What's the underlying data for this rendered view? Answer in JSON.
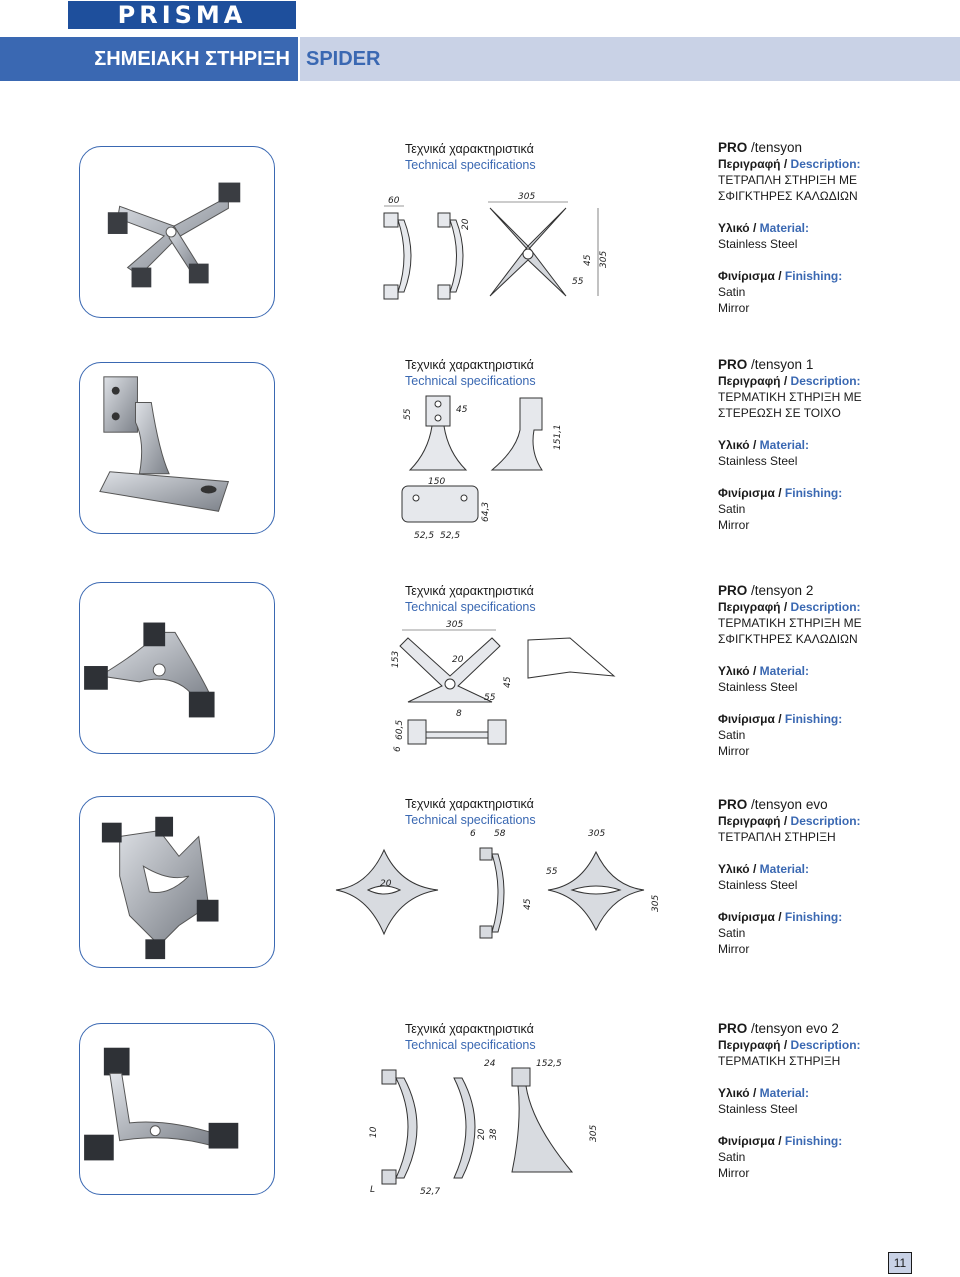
{
  "brand": "PRISMA",
  "header": {
    "title_gr": "ΣΗΜΕΙΑΚΗ ΣΤΗΡΙΞΗ",
    "title_en": "SPIDER"
  },
  "labels": {
    "specs_gr": "Τεχνικά χαρακτηριστικά",
    "specs_en": "Technical specifications",
    "desc_gr": "Περιγραφή",
    "desc_en": "Description:",
    "mat_gr": "Υλικό",
    "mat_en": "Material:",
    "fin_gr": "Φινίρισμα",
    "fin_en": "Finishing:",
    "sep": " / ",
    "pro": "PRO"
  },
  "products": [
    {
      "name": "/tensyon",
      "desc": [
        "ΤΕΤΡΑΠΛΗ ΣΤΗΡΙΞΗ ΜΕ",
        "ΣΦΙΓΚΤΗΡΕΣ ΚΑΛΩΔΙΩΝ"
      ],
      "material": "Stainless Steel",
      "finishing": [
        "Satin",
        "Mirror"
      ],
      "dims": [
        "60",
        "20",
        "305",
        "45",
        "305",
        "55"
      ]
    },
    {
      "name": "/tensyon 1",
      "desc": [
        "ΤΕΡΜΑΤΙΚΗ ΣΤΗΡΙΞΗ ΜΕ",
        "ΣΤΕΡΕΩΣΗ ΣΕ ΤΟΙΧΟ"
      ],
      "material": "Stainless Steel",
      "finishing": [
        "Satin",
        "Mirror"
      ],
      "dims": [
        "55",
        "45",
        "151,1",
        "150",
        "64,3",
        "52,5",
        "52,5"
      ]
    },
    {
      "name": "/tensyon 2",
      "desc": [
        "ΤΕΡΜΑΤΙΚΗ ΣΤΗΡΙΞΗ ΜΕ",
        "ΣΦΙΓΚΤΗΡΕΣ ΚΑΛΩΔΙΩΝ"
      ],
      "material": "Stainless Steel",
      "finishing": [
        "Satin",
        "Mirror"
      ],
      "dims": [
        "305",
        "153",
        "20",
        "45",
        "55",
        "8",
        "6",
        "60,5"
      ]
    },
    {
      "name": "/tensyon evo",
      "desc": [
        "ΤΕΤΡΑΠΛΗ ΣΤΗΡΙΞΗ"
      ],
      "material": "Stainless Steel",
      "finishing": [
        "Satin",
        "Mirror"
      ],
      "dims": [
        "6",
        "58",
        "305",
        "20",
        "55",
        "45",
        "305"
      ]
    },
    {
      "name": "/tensyon evo 2",
      "desc": [
        "ΤΕΡΜΑΤΙΚΗ ΣΤΗΡΙΞΗ"
      ],
      "material": "Stainless Steel",
      "finishing": [
        "Satin",
        "Mirror"
      ],
      "dims": [
        "24",
        "152,5",
        "10",
        "20",
        "38",
        "305",
        "L",
        "52,7"
      ]
    }
  ],
  "page_number": "11",
  "colors": {
    "brand_blue": "#3a68b2",
    "dark_blue": "#1e4f9c",
    "light_band": "#c9d2e6"
  }
}
